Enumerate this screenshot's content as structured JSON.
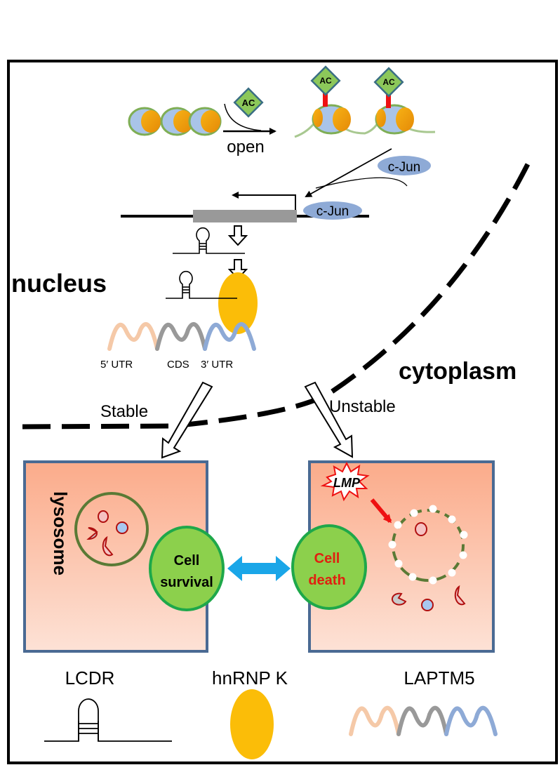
{
  "figure": {
    "chromatin": {
      "acetyl_label": "AC",
      "open_label": "open"
    },
    "transcription": {
      "tf_label_1": "c-Jun",
      "tf_label_2": "c-Jun"
    },
    "compartments": {
      "nucleus": "nucleus",
      "cytoplasm": "cytoplasm"
    },
    "mrna": {
      "segments": [
        "5′ UTR",
        "CDS",
        "3′ UTR"
      ],
      "colors": [
        "#f5c9a8",
        "#999999",
        "#8eaad6"
      ]
    },
    "pathways": {
      "stable": "Stable",
      "unstable": "Unstable"
    },
    "left_cell": {
      "organelle_label": "lysosome",
      "outcome_line1": "Cell",
      "outcome_line2": "survival",
      "outcome_text_color": "#000000"
    },
    "right_cell": {
      "burst_label": "LMP",
      "outcome_line1": "Cell",
      "outcome_line2": "death",
      "outcome_text_color": "#e02010"
    },
    "legend": {
      "items": [
        {
          "label": "LCDR",
          "symbol": "stem-loop-rna"
        },
        {
          "label": "hnRNP K",
          "symbol": "orange-oval"
        },
        {
          "label": "LAPTM5",
          "symbol": "mrna-wave"
        }
      ]
    },
    "colors": {
      "cell_border": "#4a6a93",
      "cell_fill_top": "#fbab8a",
      "cell_fill_bottom": "#fde0d4",
      "oval_green": "#8cd04c",
      "oval_border": "#1ea84a",
      "hnrnpk": "#fbbd08",
      "cjun": "#8eaad6",
      "arrow_blue": "#1aa6e8",
      "acetyl_diamond": "#8cc85a",
      "lysosome_ring": "#5a7a35"
    }
  }
}
